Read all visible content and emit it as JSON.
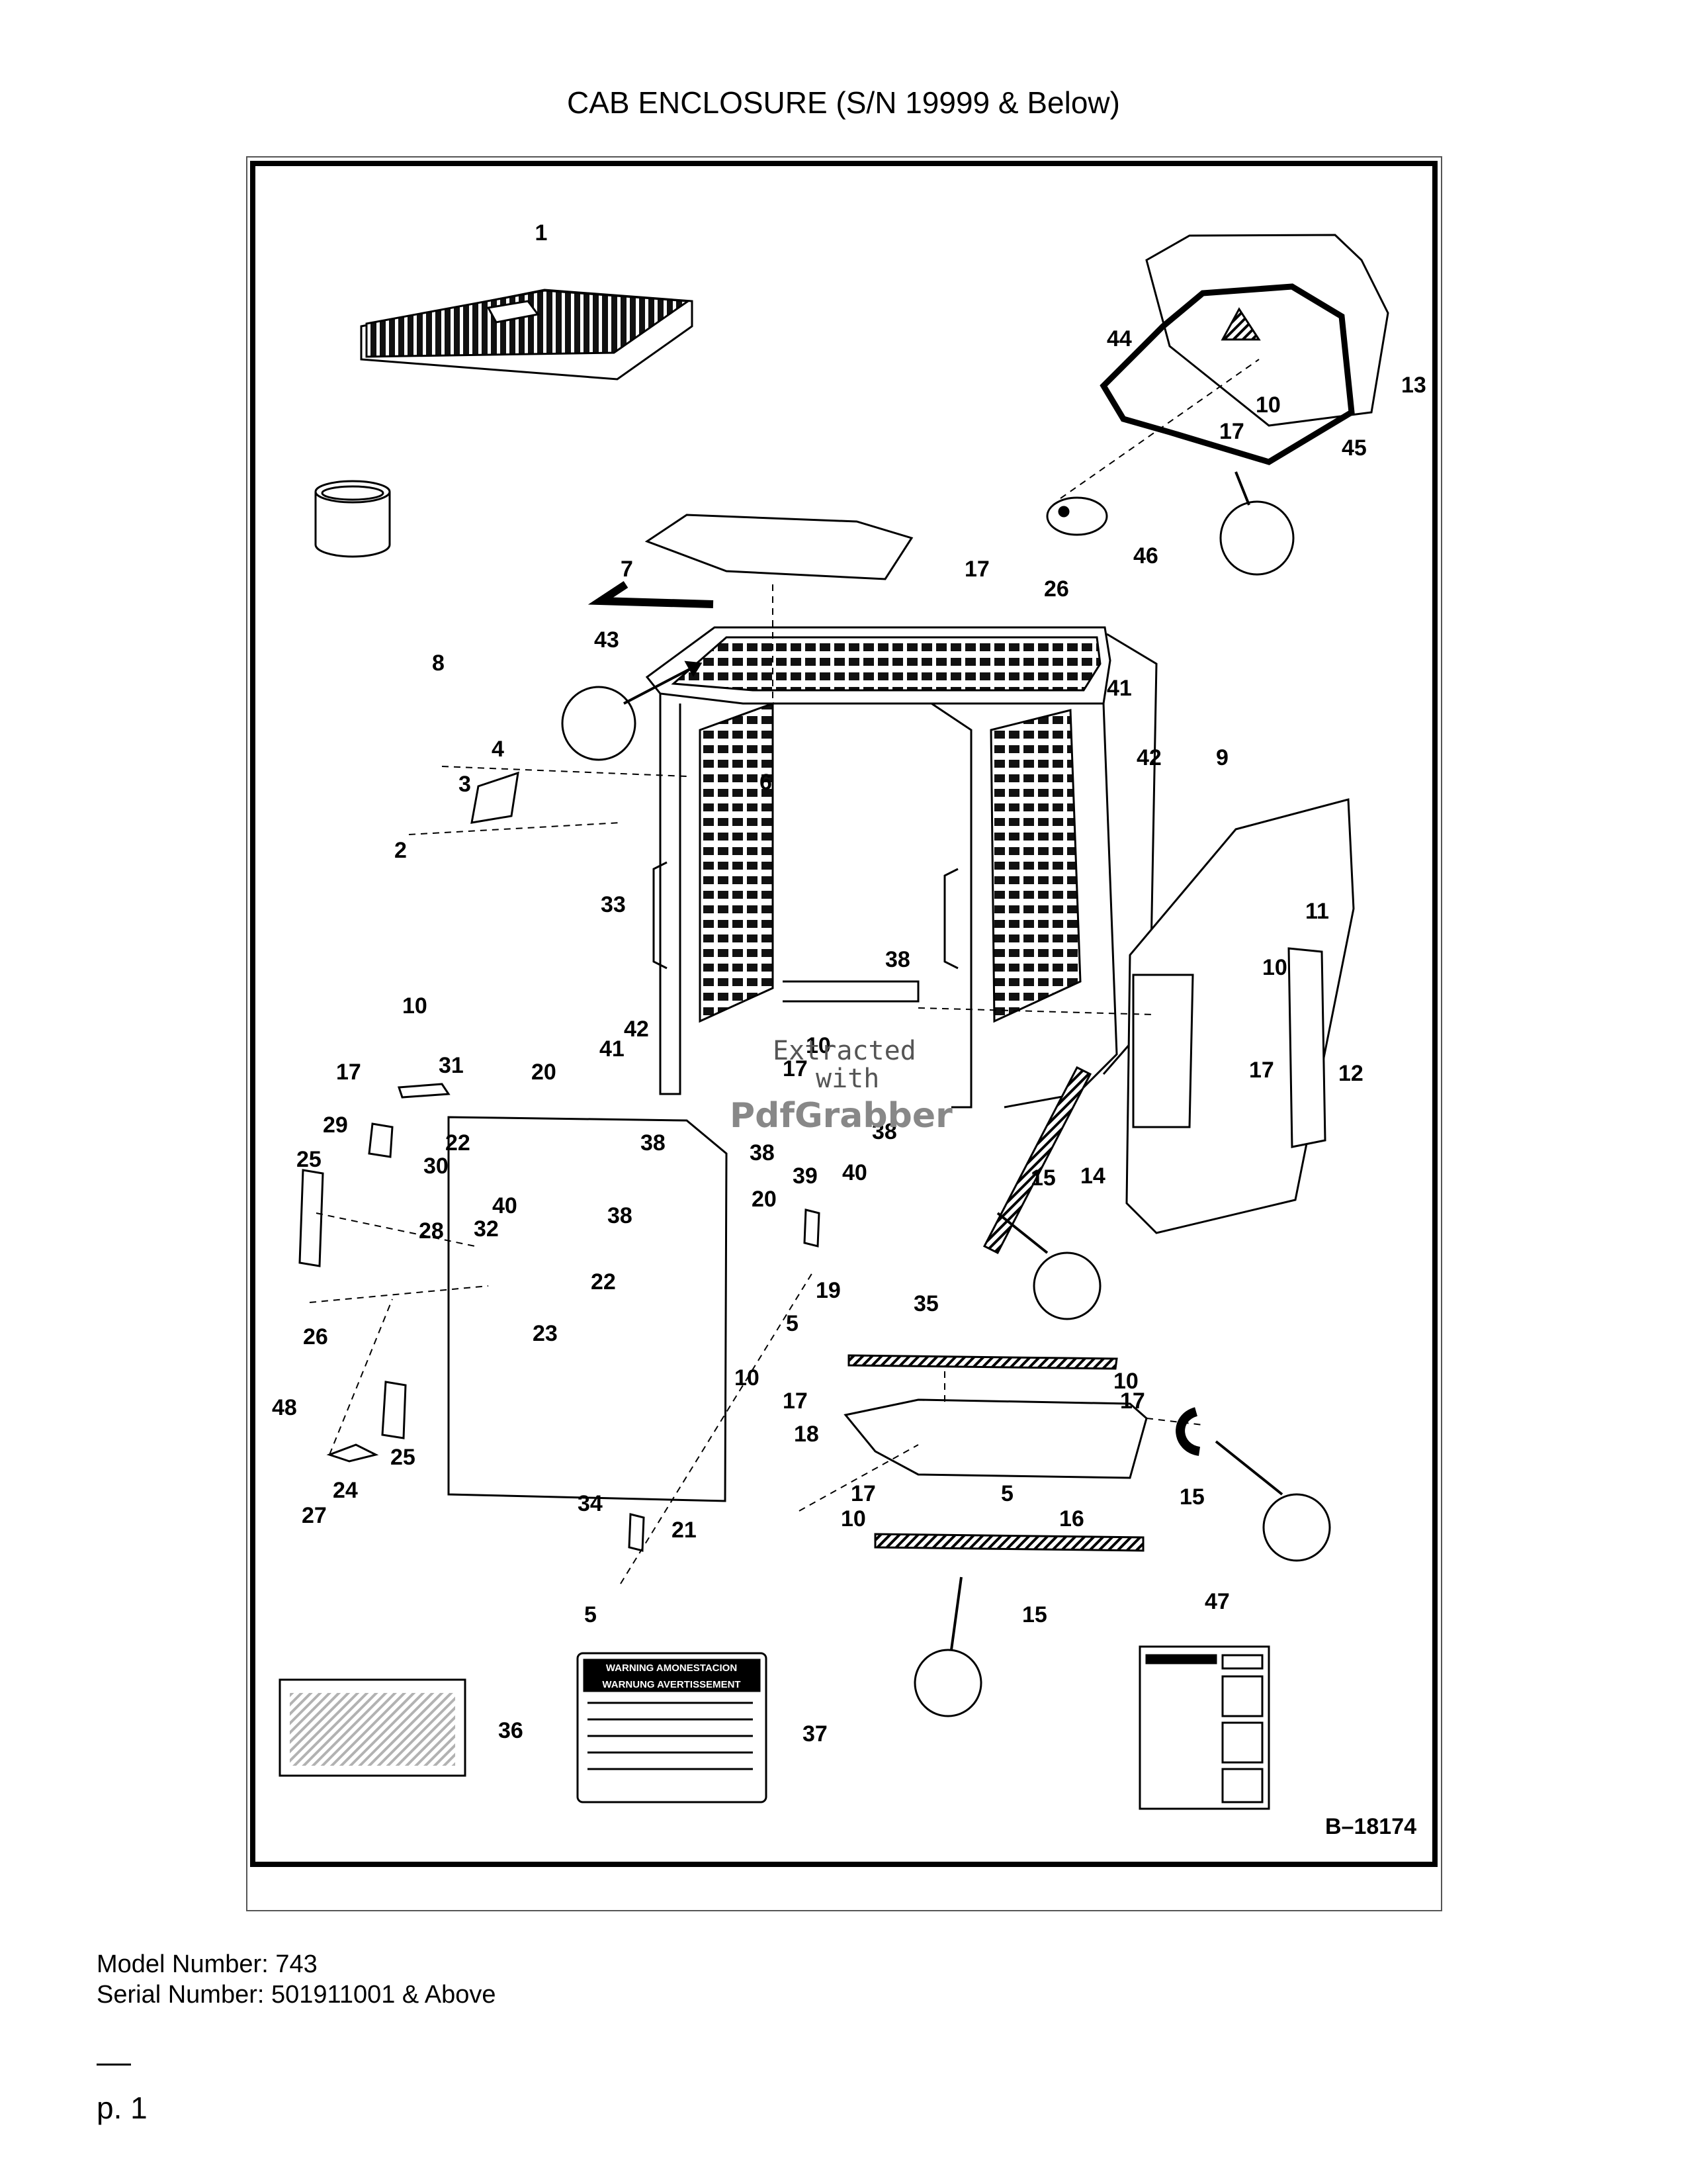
{
  "title": "CAB ENCLOSURE (S/N 19999 & Below)",
  "figure_number": "B–18174",
  "watermark": {
    "line1": "Extracted",
    "line2": "with",
    "brand": "PdfGrabber"
  },
  "callouts": {
    "c1": "1",
    "c2": "2",
    "c3": "3",
    "c4": "4",
    "c5": "5",
    "c6": "6",
    "c7": "7",
    "c8": "8",
    "c9": "9",
    "c10": "10",
    "c11": "11",
    "c12": "12",
    "c13": "13",
    "c14": "14",
    "c15": "15",
    "c16": "16",
    "c17": "17",
    "c18": "18",
    "c19": "19",
    "c20": "20",
    "c21": "21",
    "c22": "22",
    "c23": "23",
    "c24": "24",
    "c25": "25",
    "c26": "26",
    "c27": "27",
    "c28": "28",
    "c29": "29",
    "c30": "30",
    "c31": "31",
    "c32": "32",
    "c33": "33",
    "c34": "34",
    "c35": "35",
    "c36": "36",
    "c37": "37",
    "c38": "38",
    "c39": "39",
    "c40": "40",
    "c41": "41",
    "c42": "42",
    "c43": "43",
    "c44": "44",
    "c45": "45",
    "c46": "46",
    "c47": "47",
    "c48": "48"
  },
  "decal_37": {
    "header": "WARNING  AMONESTACION",
    "subheader": "WARNUNG  AVERTISSEMENT"
  },
  "model_line": "Model Number: 743",
  "serial_line": "Serial Number: 501911001 & Above",
  "page_label": "p. 1"
}
